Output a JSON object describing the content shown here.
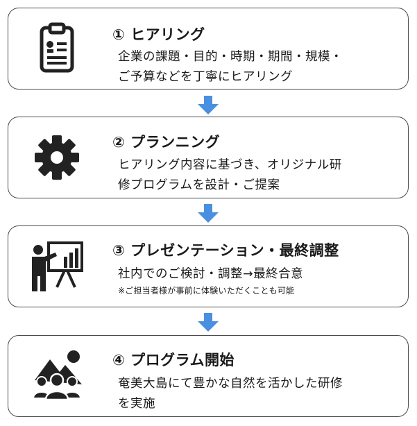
{
  "steps": [
    {
      "title": "① ヒアリング",
      "desc": [
        "企業の課題・目的・時期・期間・規模・",
        "ご予算などを丁寧にヒアリング"
      ],
      "icon": "clipboard-icon"
    },
    {
      "title": "② プランニング",
      "desc": [
        "ヒアリング内容に基づき、オリジナル研",
        "修プログラムを設計・ご提案"
      ],
      "icon": "gear-icon"
    },
    {
      "title": "③ プレゼンテーション・最終調整",
      "desc": [
        "社内でのご検討・調整→最終合意"
      ],
      "note": "※ご担当者様が事前に体験いただくことも可能",
      "icon": "presentation-icon"
    },
    {
      "title": "④ プログラム開始",
      "desc": [
        "奄美大島にて豊かな自然を活かした研修",
        "を実施"
      ],
      "icon": "group-mountain-icon"
    }
  ],
  "colors": {
    "arrow": "#4a8fe0",
    "border": "#4a4a4a",
    "icon": "#222222"
  }
}
